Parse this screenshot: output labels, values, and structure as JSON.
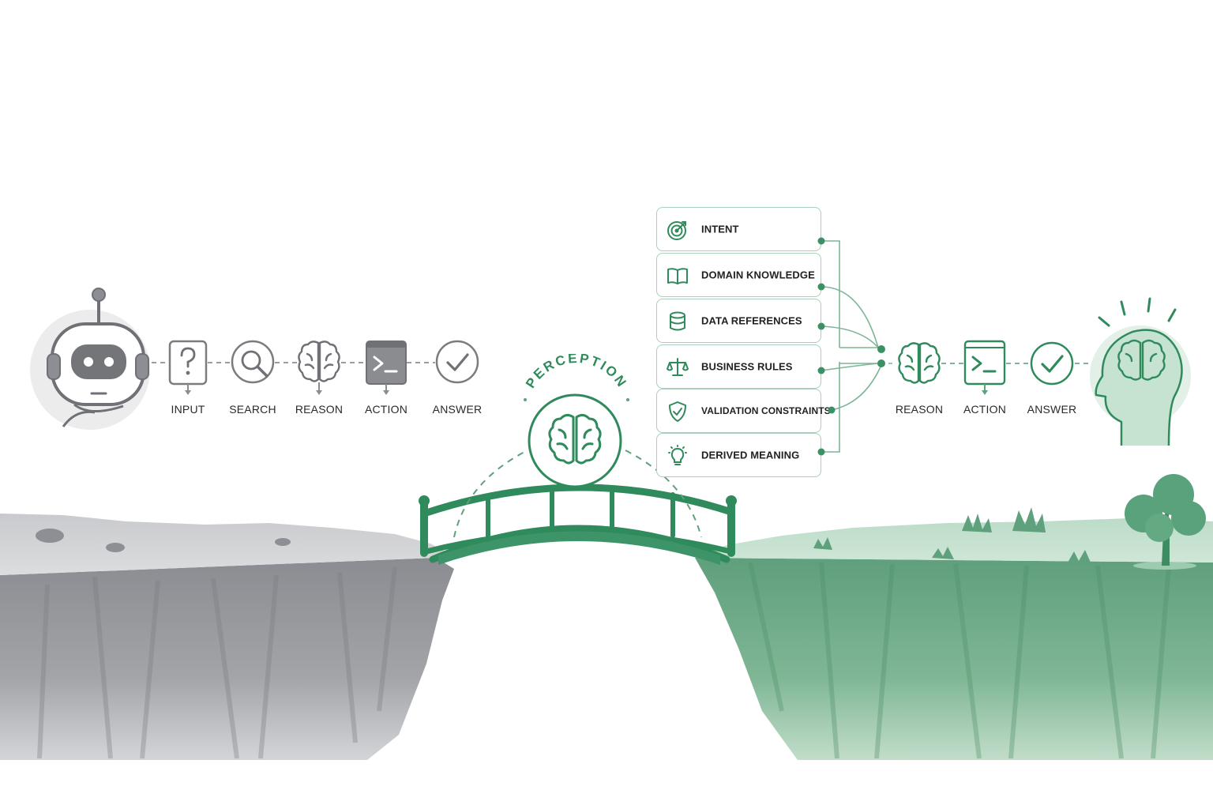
{
  "left_pipeline": {
    "steps": [
      {
        "label": "INPUT",
        "icon": "question-icon"
      },
      {
        "label": "SEARCH",
        "icon": "search-icon"
      },
      {
        "label": "REASON",
        "icon": "brain-icon"
      },
      {
        "label": "ACTION",
        "icon": "terminal-icon"
      },
      {
        "label": "ANSWER",
        "icon": "check-icon"
      }
    ]
  },
  "perception": {
    "label": "PERCEPTION",
    "icon": "brain-icon"
  },
  "context_cards": [
    {
      "label": "INTENT",
      "icon": "target-icon"
    },
    {
      "label": "DOMAIN KNOWLEDGE",
      "icon": "book-icon"
    },
    {
      "label": "DATA REFERENCES",
      "icon": "database-icon"
    },
    {
      "label": "BUSINESS RULES",
      "icon": "scales-icon"
    },
    {
      "label": "VALIDATION CONSTRAINTS",
      "icon": "shield-check-icon"
    },
    {
      "label": "DERIVED MEANING",
      "icon": "lightbulb-icon"
    }
  ],
  "right_pipeline": {
    "steps": [
      {
        "label": "REASON",
        "icon": "brain-icon"
      },
      {
        "label": "ACTION",
        "icon": "terminal-icon"
      },
      {
        "label": "ANSWER",
        "icon": "check-icon"
      }
    ]
  },
  "colors": {
    "grey_accent": "#7a7c80",
    "green_accent": "#2f8a5c",
    "green_light": "#a9d0bb",
    "cliff_grey": "#8f9196",
    "cliff_green": "#7fb897"
  }
}
